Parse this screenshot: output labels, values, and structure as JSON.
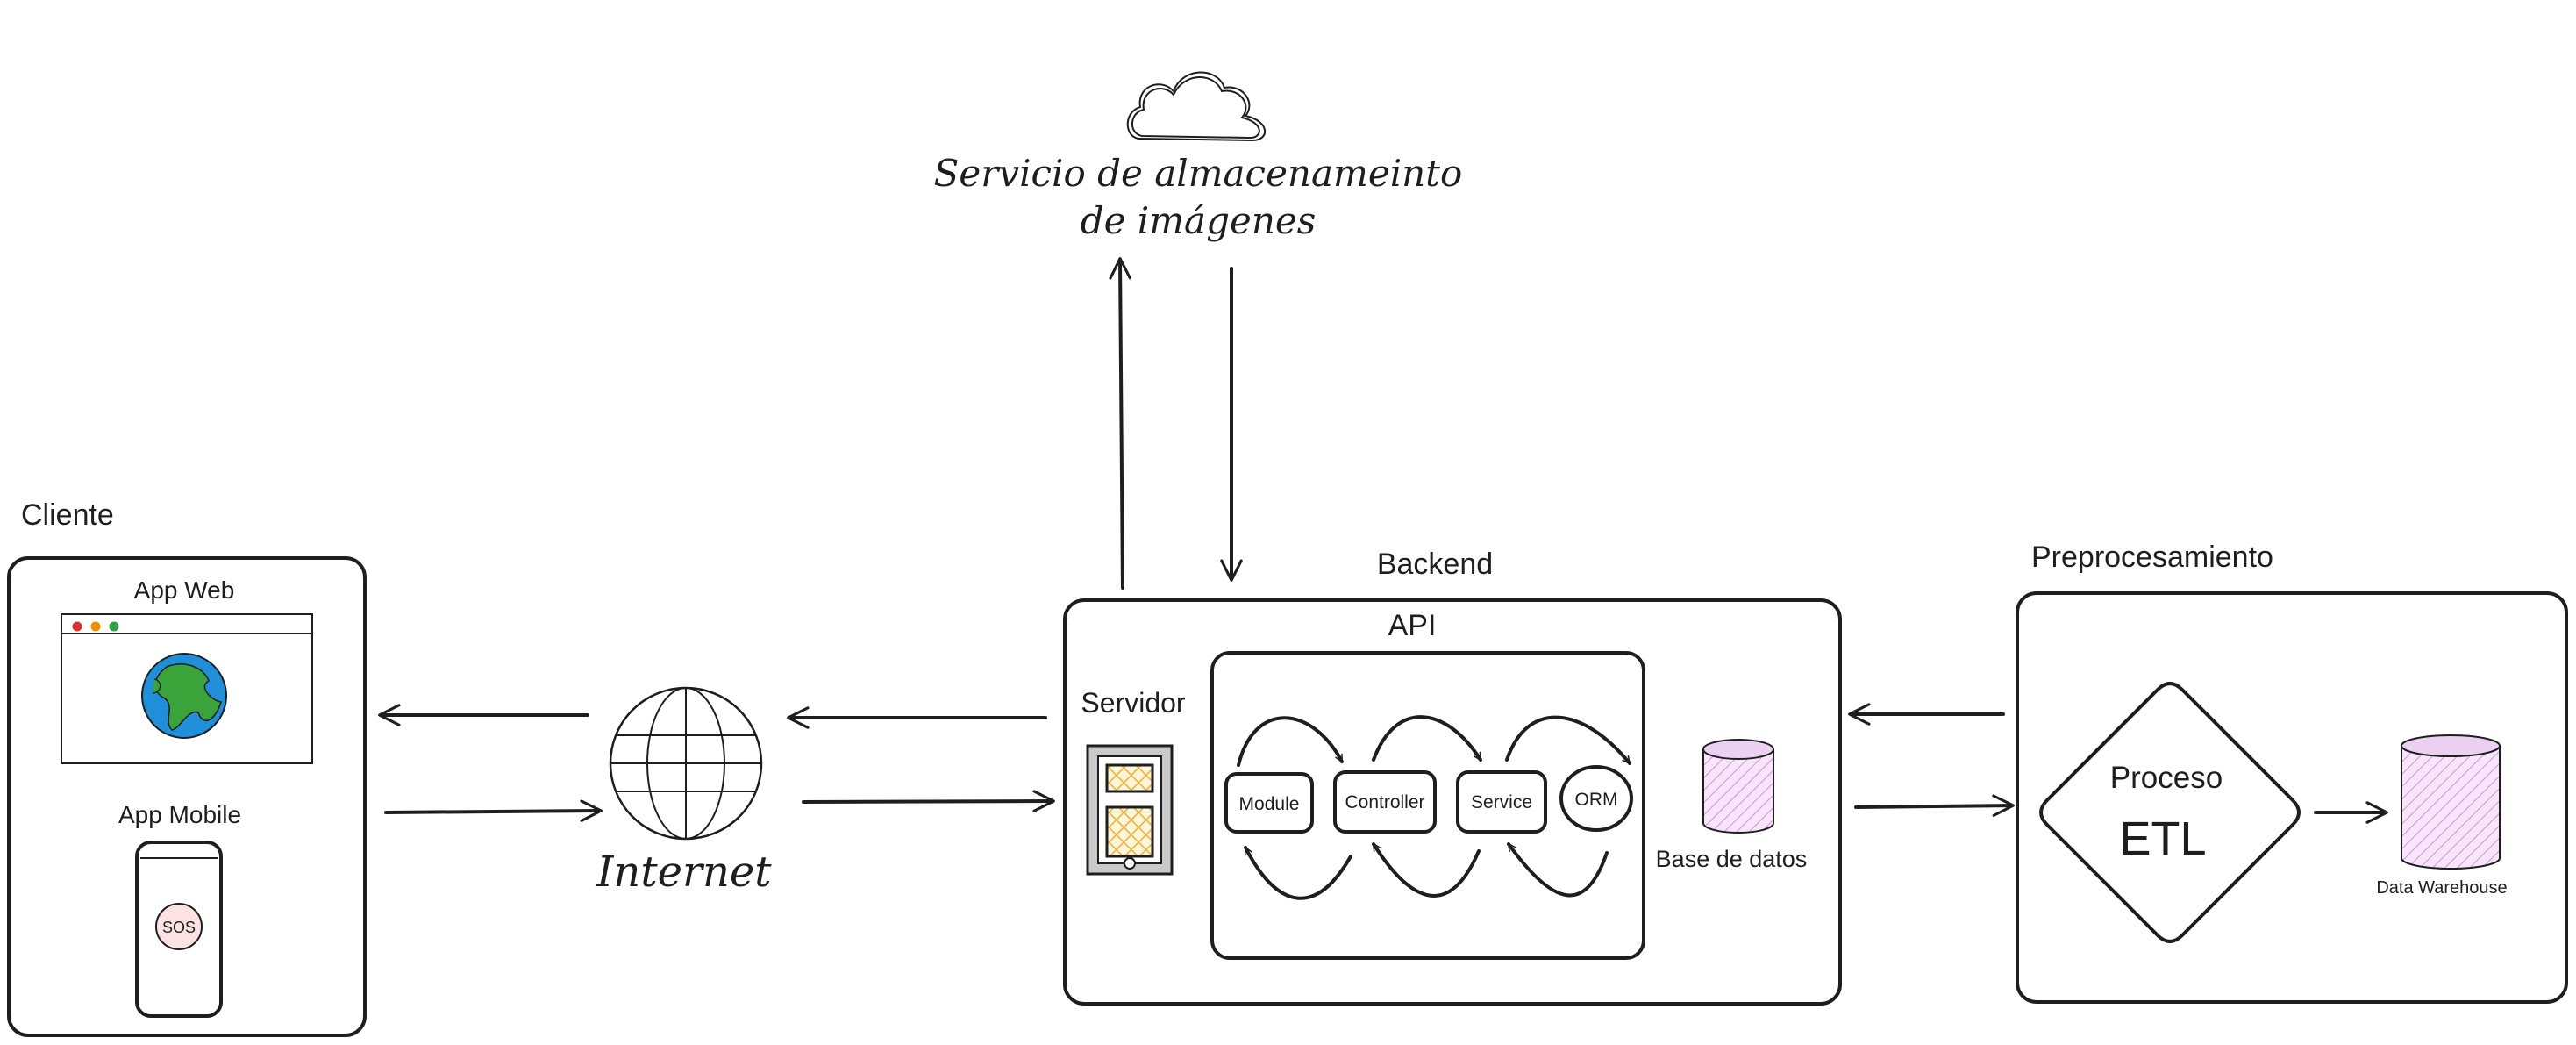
{
  "groups": {
    "cliente": "Cliente",
    "backend": "Backend",
    "preprocesamiento": "Preprocesamiento"
  },
  "cloud": {
    "line1": "Servicio de almacenameinto",
    "line2": "de imágenes"
  },
  "client": {
    "app_web": "App Web",
    "app_mobile": "App Mobile",
    "sos": "SOS"
  },
  "internet": "Internet",
  "backend": {
    "api": "API",
    "servidor": "Servidor",
    "module": "Module",
    "controller": "Controller",
    "service": "Service",
    "orm": "ORM",
    "db": "Base de datos"
  },
  "etl": {
    "proceso": "Proceso",
    "etl": "ETL",
    "warehouse": "Data Warehouse"
  },
  "colors": {
    "stroke": "#1e1e1e",
    "db_fill": "#e9b8f0",
    "server_yellow": "#f5b12a",
    "globe_blue": "#1e8fd8",
    "globe_green": "#3aa33a",
    "dot_red": "#e03131",
    "dot_orange": "#f08c00",
    "dot_green": "#2f9e44",
    "sos_fill": "#fbe3e3"
  }
}
